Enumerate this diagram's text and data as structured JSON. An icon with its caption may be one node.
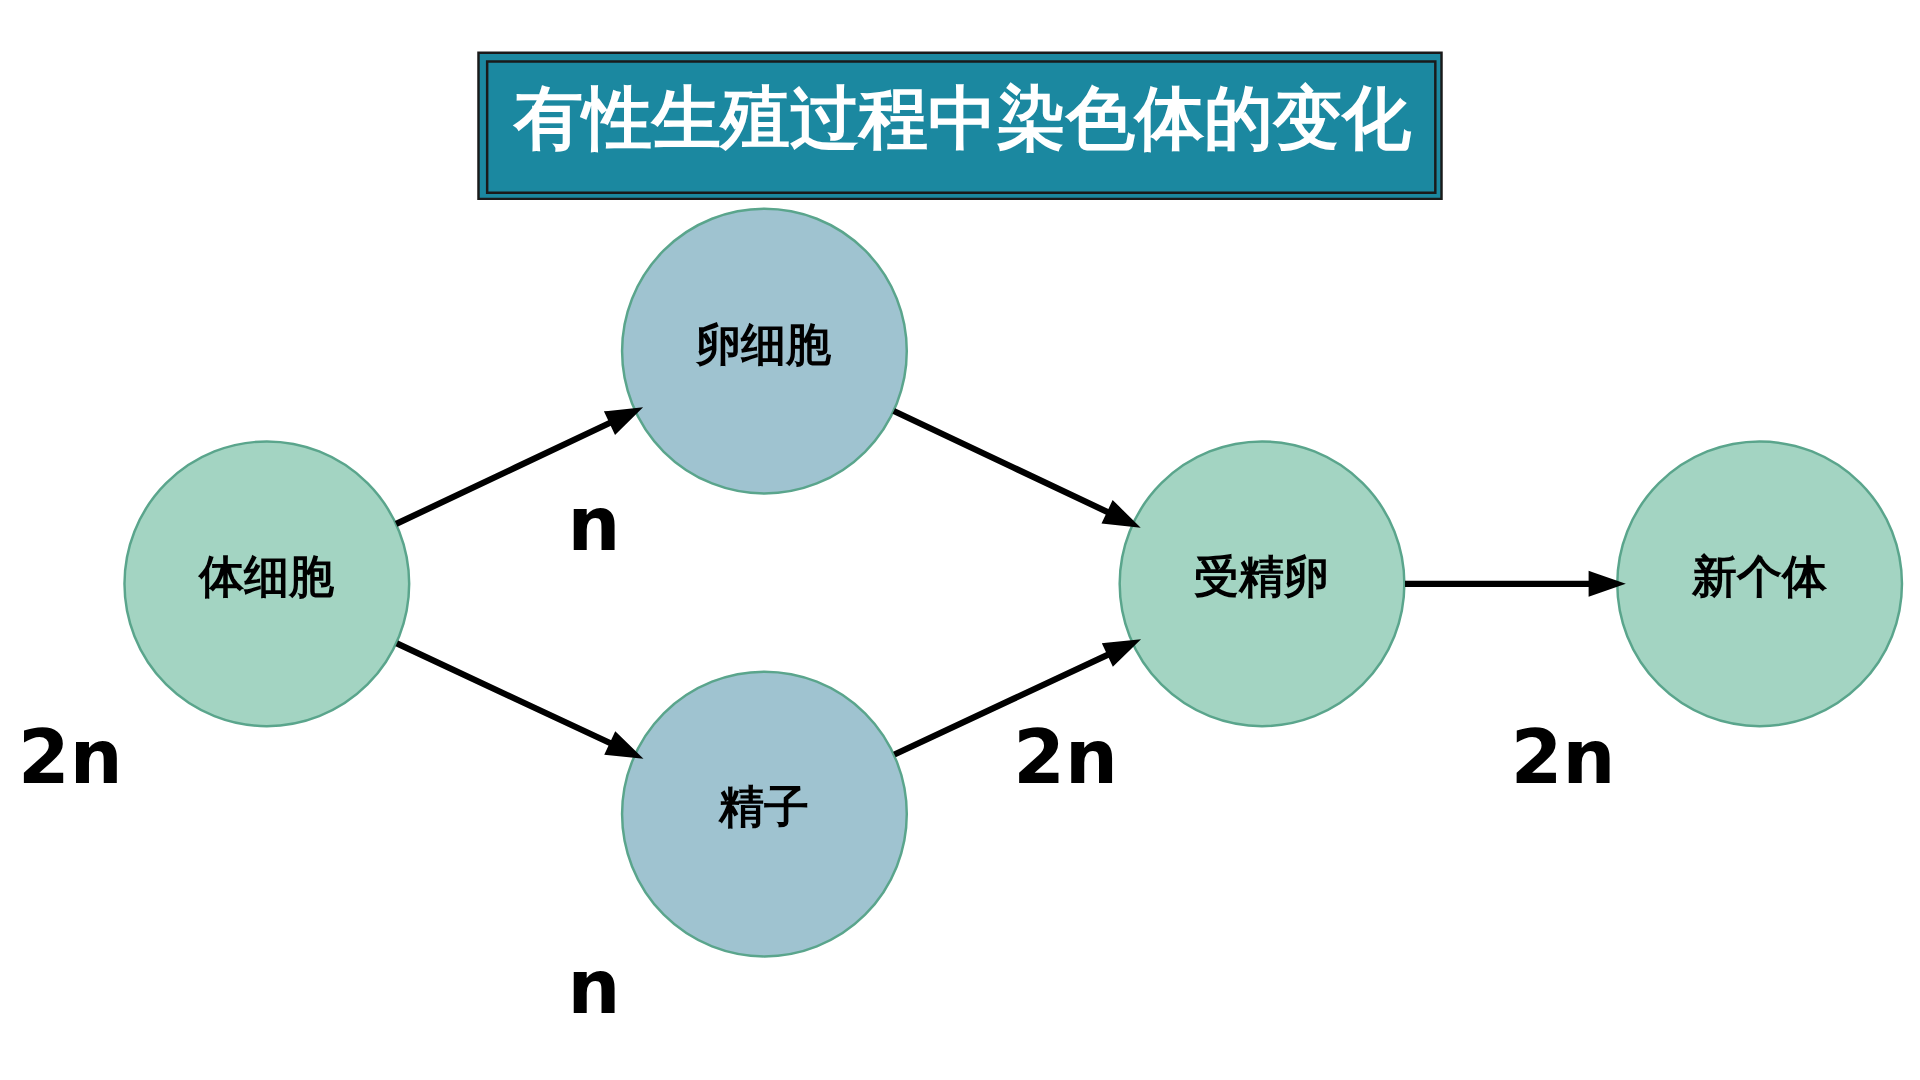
{
  "diagram": {
    "title": "有性生殖过程中染色体的变化",
    "nodes": [
      {
        "text": [
          "体细胞"
        ],
        "beside": [
          "2n"
        ]
      },
      {
        "text": [
          "卵细胞"
        ],
        "beside": [
          "n"
        ]
      },
      {
        "text": [
          "精子"
        ],
        "beside": [
          "n"
        ]
      },
      {
        "text": [
          "受精卵"
        ],
        "beside": [
          "2n"
        ]
      },
      {
        "text": [
          "新个体"
        ],
        "beside": [
          "2n"
        ]
      }
    ],
    "edges": [
      {
        "from": 0,
        "to": 1,
        "arrow": "to"
      },
      {
        "from": 0,
        "to": 2,
        "arrow": "to"
      },
      {
        "from": 1,
        "to": 3,
        "arrow": "to"
      },
      {
        "from": 2,
        "to": 3,
        "arrow": "to"
      },
      {
        "from": 3,
        "to": 4,
        "arrow": "to"
      }
    ]
  }
}
